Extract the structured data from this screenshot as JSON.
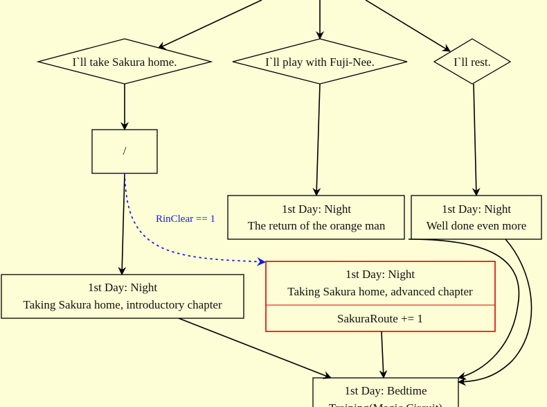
{
  "diagram": {
    "choices": {
      "sakura": "I`ll take Sakura home.",
      "fuji": "I`ll play with Fuji-Nee.",
      "rest": "I`ll rest."
    },
    "slash_node": "/",
    "edge_label": "RinClear == 1",
    "nodes": {
      "orange_man": {
        "line1": "1st Day: Night",
        "line2": "The return of the orange man"
      },
      "well_done": {
        "line1": "1st Day: Night",
        "line2": "Well done even more"
      },
      "intro": {
        "line1": "1st Day: Night",
        "line2": "Taking Sakura home, introductory chapter"
      },
      "advanced": {
        "line1": "1st Day: Night",
        "line2": "Taking Sakura home, advanced chapter",
        "action": "SakuraRoute += 1"
      },
      "bedtime": {
        "line1": "1st Day: Bedtime",
        "line2": "Training(Magic Circuit)"
      }
    },
    "colors": {
      "background": "#fdfdd6",
      "highlight": "#e00000",
      "conditional_edge": "#1a1ae6"
    }
  }
}
